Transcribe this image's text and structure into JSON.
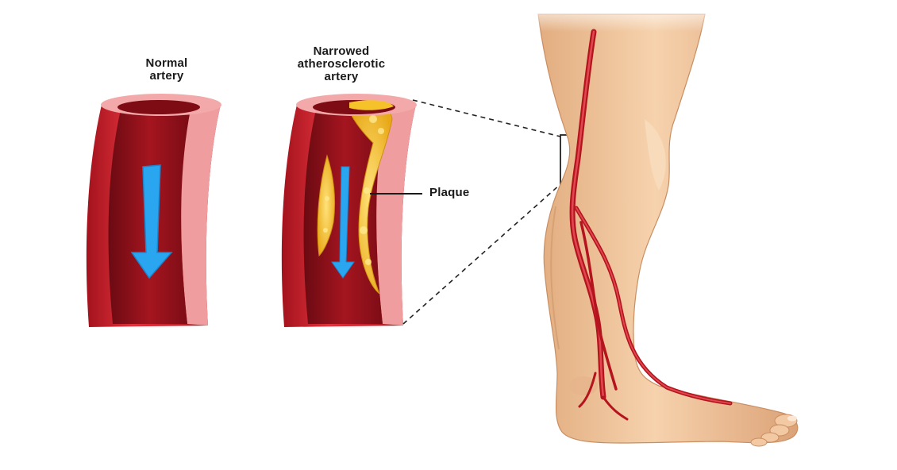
{
  "labels": {
    "normal_artery": "Normal\nartery",
    "narrowed_artery": "Narrowed\natherosclerotic\nartery",
    "plaque": "Plaque"
  },
  "colors": {
    "artery_red": "#c8202c",
    "artery_dark": "#7e0d16",
    "artery_wall_pink": "#f2a6a6",
    "plaque_yellow": "#f5c22a",
    "blood_flow_blue": "#2aa6f0",
    "skin": "#f1c8a0",
    "skin_shadow": "#d9a57a"
  }
}
